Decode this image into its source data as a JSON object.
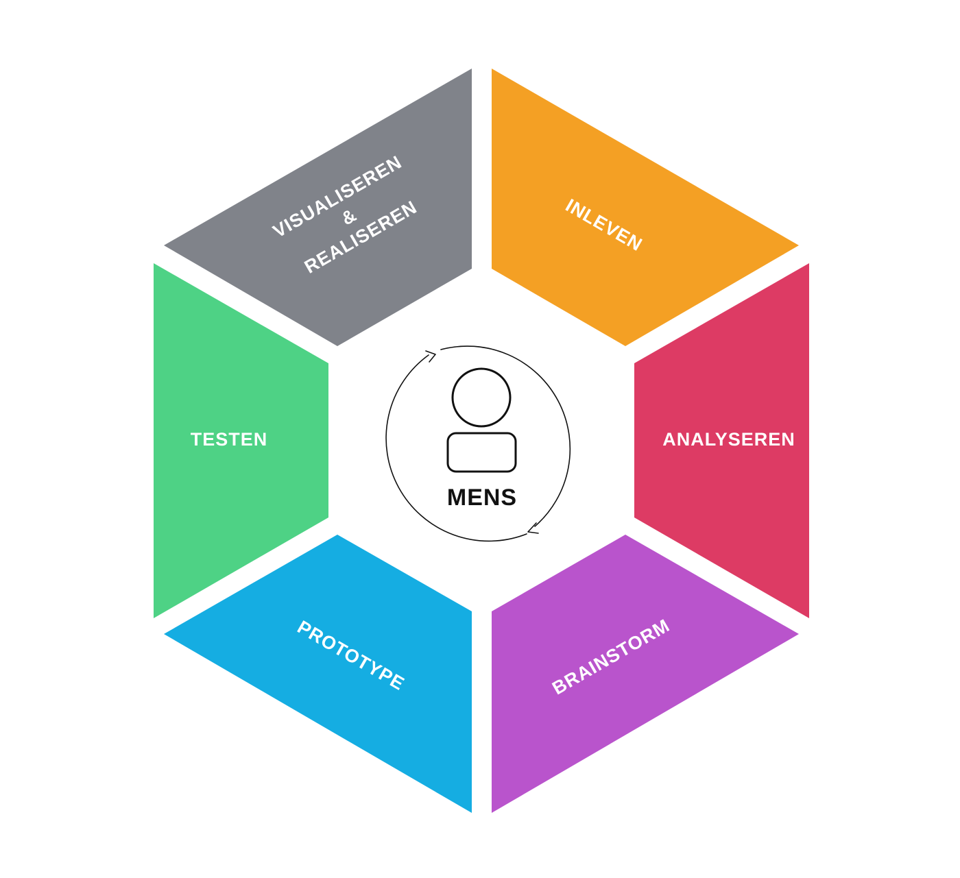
{
  "segments": [
    {
      "id": "inleven",
      "label": "INLEVEN",
      "color": "#F4A024"
    },
    {
      "id": "analyseren",
      "label": "ANALYSEREN",
      "color": "#DD3B64"
    },
    {
      "id": "brainstorm",
      "label": "BRAINSTORM",
      "color": "#B954CC"
    },
    {
      "id": "prototype",
      "label": "PROTOTYPE",
      "color": "#15ADE2"
    },
    {
      "id": "testen",
      "label": "TESTEN",
      "color": "#4ED285"
    },
    {
      "id": "visualiseren",
      "label_lines": [
        "VISUALISEREN",
        "&",
        "REALISEREN"
      ],
      "color": "#80838A"
    }
  ],
  "center": {
    "label": "MENS",
    "icon": "person-icon",
    "cycle_icon": "circular-arrows-icon"
  }
}
